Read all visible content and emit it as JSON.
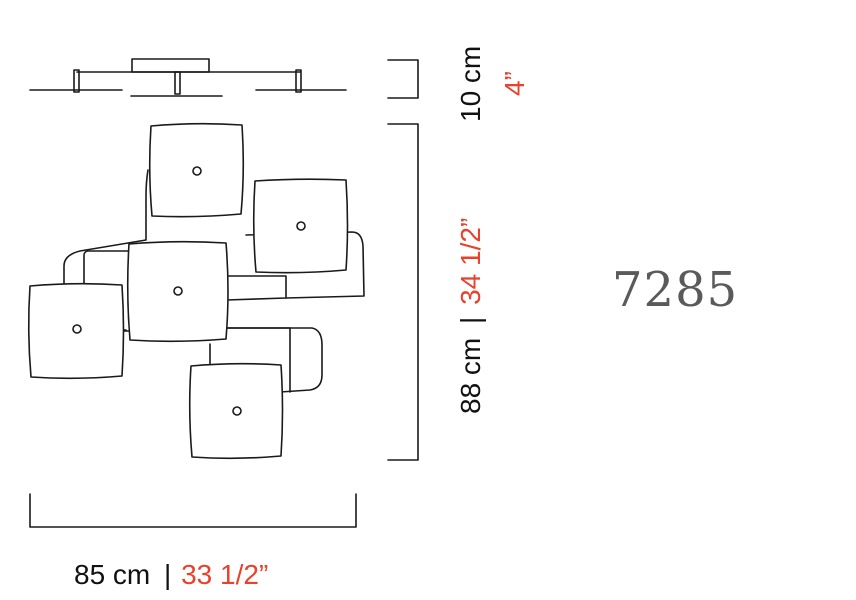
{
  "model_number": "7285",
  "height_profile": {
    "metric": "10 cm",
    "imperial": "4”"
  },
  "height_plan": {
    "metric": "88 cm",
    "separator": "|",
    "imperial": "34 1/2”"
  },
  "width_plan": {
    "metric": "85 cm",
    "separator": "|",
    "imperial": "33 1/2”"
  },
  "colors": {
    "metric": "#111111",
    "imperial": "#e8412c",
    "model": "#5a5a5a",
    "line": "#1a1a1a"
  }
}
